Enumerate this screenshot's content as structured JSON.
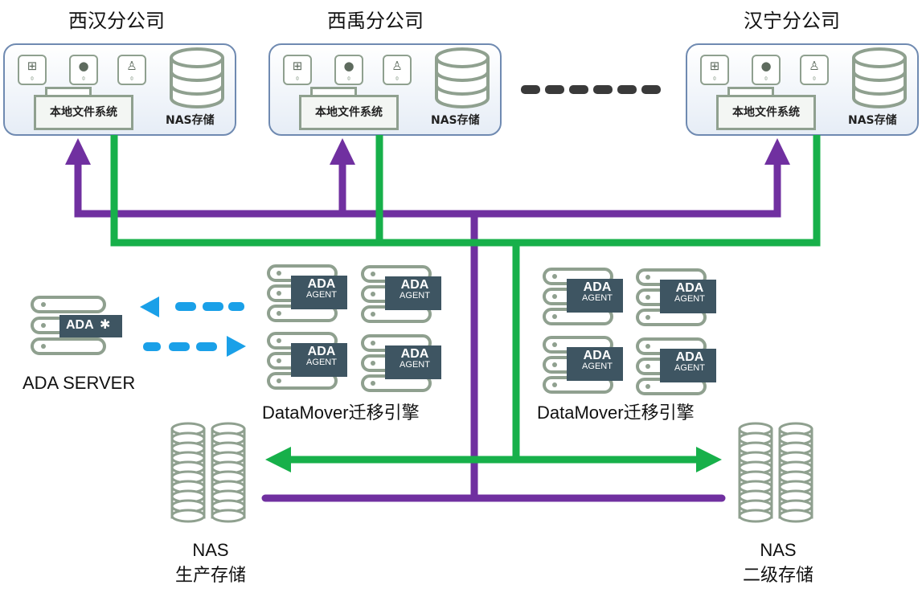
{
  "branches": [
    {
      "name": "西汉分公司",
      "fs_label": "本地文件系统",
      "nas_label": "NAS存储"
    },
    {
      "name": "西禹分公司",
      "fs_label": "本地文件系统",
      "nas_label": "NAS存储"
    },
    {
      "name": "汉宁分公司",
      "fs_label": "本地文件系统",
      "nas_label": "NAS存储"
    }
  ],
  "server": {
    "badge": "ADA",
    "label": "ADA SERVER"
  },
  "agent": {
    "title": "ADA",
    "subtitle": "AGENT"
  },
  "datamover_groups": [
    {
      "label": "DataMover迁移引擎"
    },
    {
      "label": "DataMover迁移引擎"
    }
  ],
  "nas_production": {
    "line1": "NAS",
    "line2": "生产存储"
  },
  "nas_secondary": {
    "line1": "NAS",
    "line2": "二级存储"
  },
  "colors": {
    "purple": "#7030a0",
    "green": "#17b04a",
    "blue": "#1aa0e8",
    "box_border": "#6f8ab1",
    "icon_gray": "#8fa08f",
    "agent_dark": "#3e5562"
  }
}
